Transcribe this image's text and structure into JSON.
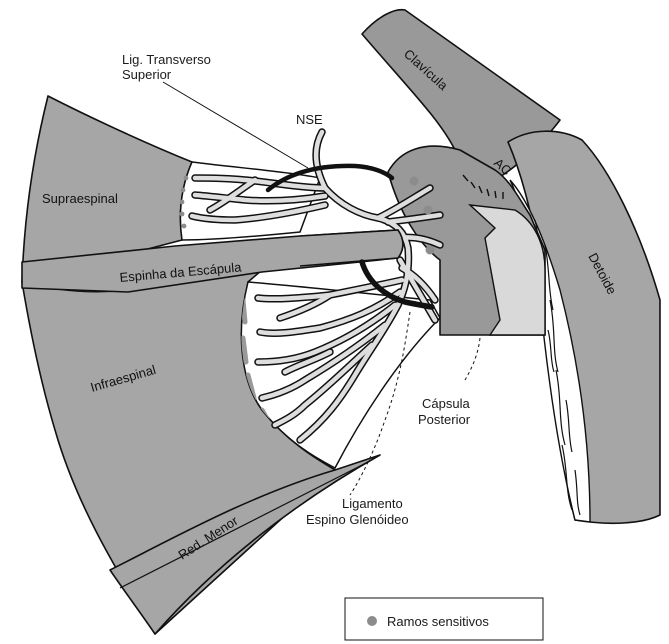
{
  "labels": {
    "lig_transverso_line1": "Lig. Transverso",
    "lig_transverso_line2": "Superior",
    "nse": "NSE",
    "clavicula": "Clavícula",
    "ac": "AC",
    "supraespinal": "Supraespinal",
    "espinha": "Espinha da Escápula",
    "detoide": "Detoide",
    "infraespinal": "Infraespinal",
    "capsula_line1": "Cápsula",
    "capsula_line2": "Posterior",
    "ligamento_line1": "Ligamento",
    "ligamento_line2": "Espino Glenóideo",
    "red_menor": "Red. Menor"
  },
  "legend": {
    "item_label": "Ramos sensitivos",
    "marker_color": "#8c8c8c"
  },
  "colors": {
    "muscle": "#a6a6a6",
    "bone": "#999999",
    "nerve": "#dedede",
    "outline": "#111111"
  }
}
